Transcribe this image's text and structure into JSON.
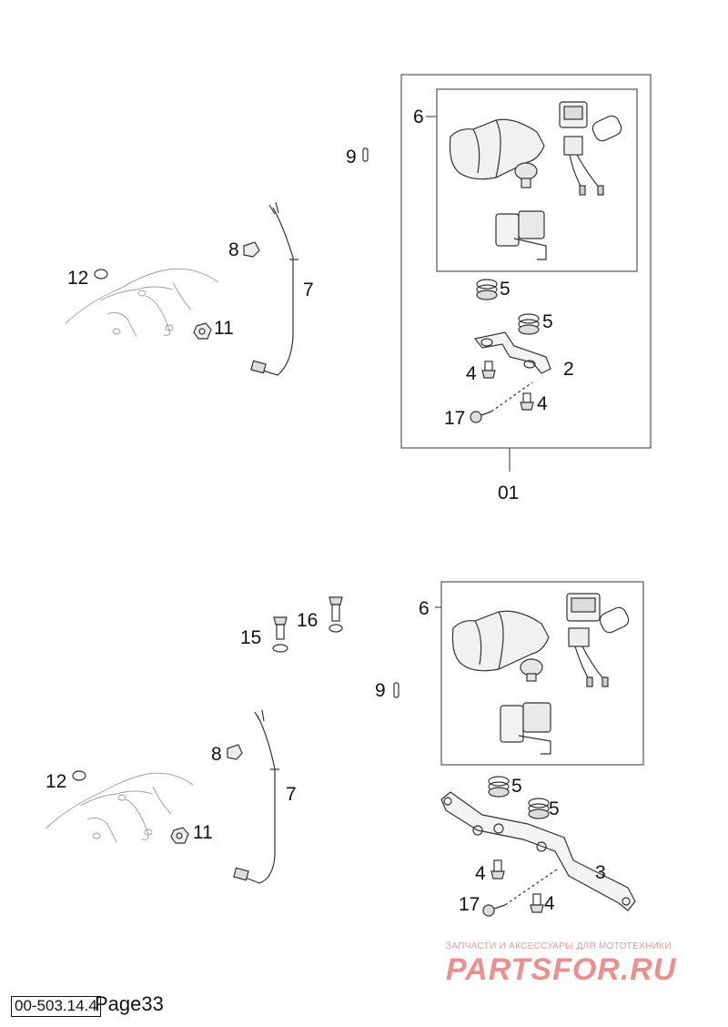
{
  "diagram": {
    "top": {
      "assembly_label": "01",
      "labels": {
        "p6": "6",
        "p9": "9",
        "p8": "8",
        "p7": "7",
        "p12": "12",
        "p11": "11",
        "p5a": "5",
        "p5b": "5",
        "p4a": "4",
        "p2": "2",
        "p17": "17",
        "p4b": "4"
      }
    },
    "bottom": {
      "labels": {
        "p6": "6",
        "p16": "16",
        "p15": "15",
        "p9": "9",
        "p8": "8",
        "p7": "7",
        "p12": "12",
        "p11": "11",
        "p5a": "5",
        "p5b": "5",
        "p3": "3",
        "p4a": "4",
        "p17": "17",
        "p4b": "4"
      }
    }
  },
  "footer": {
    "code": "00-503.14.4",
    "page": "Page33"
  },
  "watermark": {
    "tagline": "ЗАПЧАСТИ И АКСЕССУАРЫ ДЛЯ МОТОТЕХНИКИ",
    "brand": "PARTSFOR.RU"
  },
  "colors": {
    "line": "#222222",
    "faint": "#9a9a9a",
    "watermark": "#ec8f8f"
  }
}
